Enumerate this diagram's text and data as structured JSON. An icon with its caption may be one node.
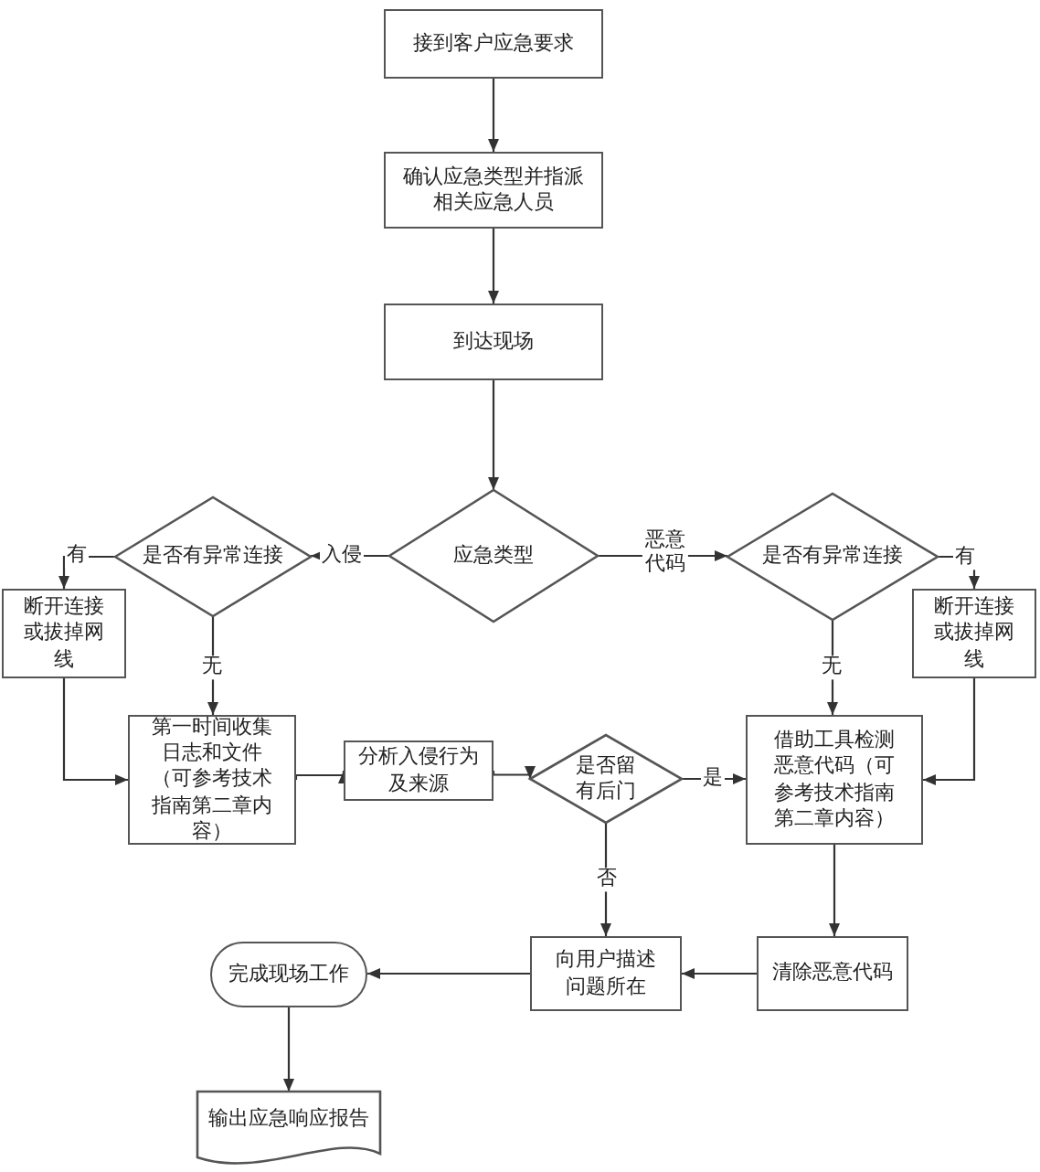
{
  "diagram": {
    "nodes": [
      {
        "text": [
          "接到客户应急要求"
        ]
      },
      {
        "text": [
          "确认应急类型并指派相关应急人员"
        ]
      },
      {
        "text": [
          "到达现场"
        ]
      },
      {
        "text": [
          "应急类型"
        ]
      },
      {
        "text": [
          "是否有异常连接"
        ]
      },
      {
        "text": [
          "断开连接或拔掉网线"
        ]
      },
      {
        "text": [
          "第一时间收集日志和文件（可参考技术指南第二章内容）"
        ]
      },
      {
        "text": [
          "分析入侵行为及来源"
        ]
      },
      {
        "text": [
          "是否留有后门"
        ]
      },
      {
        "text": [
          "是否有异常连接"
        ]
      },
      {
        "text": [
          "断开连接或拔掉网线"
        ]
      },
      {
        "text": [
          "借助工具检测恶意代码（可参考技术指南第二章内容）"
        ]
      },
      {
        "text": [
          "向用户描述问题所在"
        ]
      },
      {
        "text": [
          "清除恶意代码"
        ]
      },
      {
        "text": [
          "完成现场工作"
        ]
      },
      {
        "text": [
          "输出应急响应报告"
        ]
      }
    ],
    "edges": [
      {
        "from": 0,
        "to": 1,
        "arrow": "to"
      },
      {
        "from": 1,
        "to": 2,
        "arrow": "to"
      },
      {
        "from": 2,
        "to": 3,
        "arrow": "to"
      },
      {
        "from": 3,
        "to": 4,
        "arrow": "to",
        "label": "入侵"
      },
      {
        "from": 3,
        "to": 9,
        "arrow": "to",
        "label": "恶意代码"
      },
      {
        "from": 4,
        "to": 5,
        "arrow": "to",
        "label": "有"
      },
      {
        "from": 4,
        "to": 6,
        "arrow": "to",
        "label": "无"
      },
      {
        "from": 5,
        "to": 6,
        "arrow": "to"
      },
      {
        "from": 9,
        "to": 10,
        "arrow": "to",
        "label": "有"
      },
      {
        "from": 9,
        "to": 11,
        "arrow": "to",
        "label": "无"
      },
      {
        "from": 10,
        "to": 11,
        "arrow": "to"
      },
      {
        "from": 6,
        "to": 7,
        "arrow": "to"
      },
      {
        "from": 7,
        "to": 8,
        "arrow": "to"
      },
      {
        "from": 8,
        "to": 11,
        "arrow": "to",
        "label": "是"
      },
      {
        "from": 8,
        "to": 12,
        "arrow": "to",
        "label": "否"
      },
      {
        "from": 11,
        "to": 13,
        "arrow": "to"
      },
      {
        "from": 13,
        "to": 12,
        "arrow": "to"
      },
      {
        "from": 12,
        "to": 14,
        "arrow": "to"
      },
      {
        "from": 14,
        "to": 15,
        "arrow": "to"
      }
    ]
  }
}
